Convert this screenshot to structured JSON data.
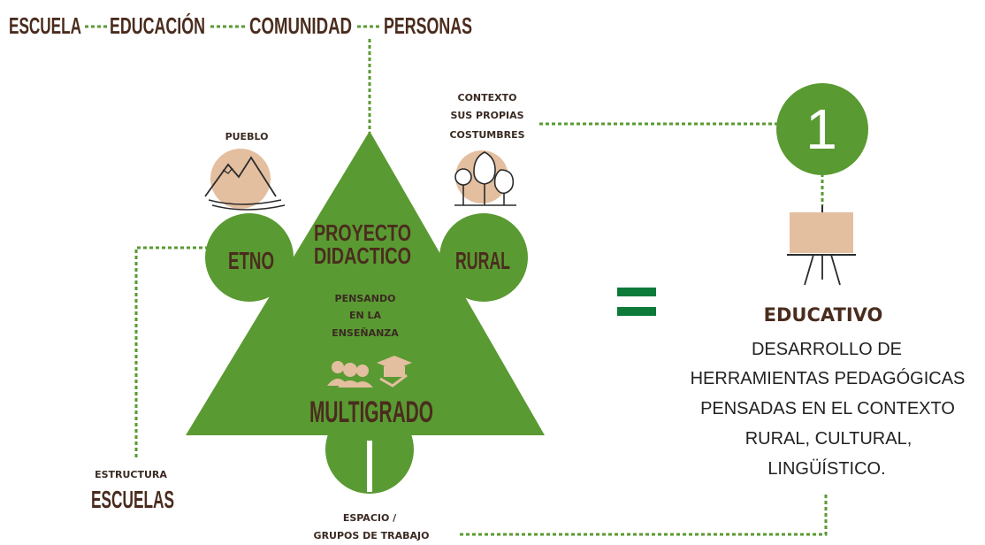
{
  "header": {
    "items": [
      "ESCUELA",
      "EDUCACIÓN",
      "COMUNIDAD",
      "PERSONAS"
    ]
  },
  "left": {
    "pueblo_label": "PUEBLO",
    "etno_label": "ETNO",
    "estructura_label": "ESTRUCTURA",
    "escuelas_label": "ESCUELAS"
  },
  "right_node": {
    "contexto_lines": [
      "CONTEXTO",
      "SUS PROPIAS",
      "COSTUMBRES"
    ],
    "rural_label": "RURAL"
  },
  "triangle": {
    "title_lines": [
      "PROYECTO",
      "DIDACTICO"
    ],
    "subtitle_lines": [
      "PENSANDO",
      "EN LA",
      "ENSEÑANZA"
    ],
    "bottom_label": "MULTIGRADO"
  },
  "bottom": {
    "espacio_lines": [
      "ESPACIO /",
      "GRUPOS DE TRABAJO"
    ]
  },
  "equals_sign": "=",
  "result": {
    "number": "1",
    "title": "EDUCATIVO",
    "description_lines": [
      "DESARROLLO DE",
      "HERRAMIENTAS PEDAGÓGICAS",
      "PENSADAS EN EL CONTEXTO",
      "RURAL, CULTURAL,",
      "LINGÜÍSTICO."
    ]
  },
  "colors": {
    "green": "#5a9a32",
    "dark_brown": "#4a2c1e",
    "tan": "#e3bfa0",
    "equals_green": "#0e7a3a"
  },
  "icons": [
    "mountains-icon",
    "trees-icon",
    "people-graduation-icon",
    "presentation-board-icon"
  ]
}
